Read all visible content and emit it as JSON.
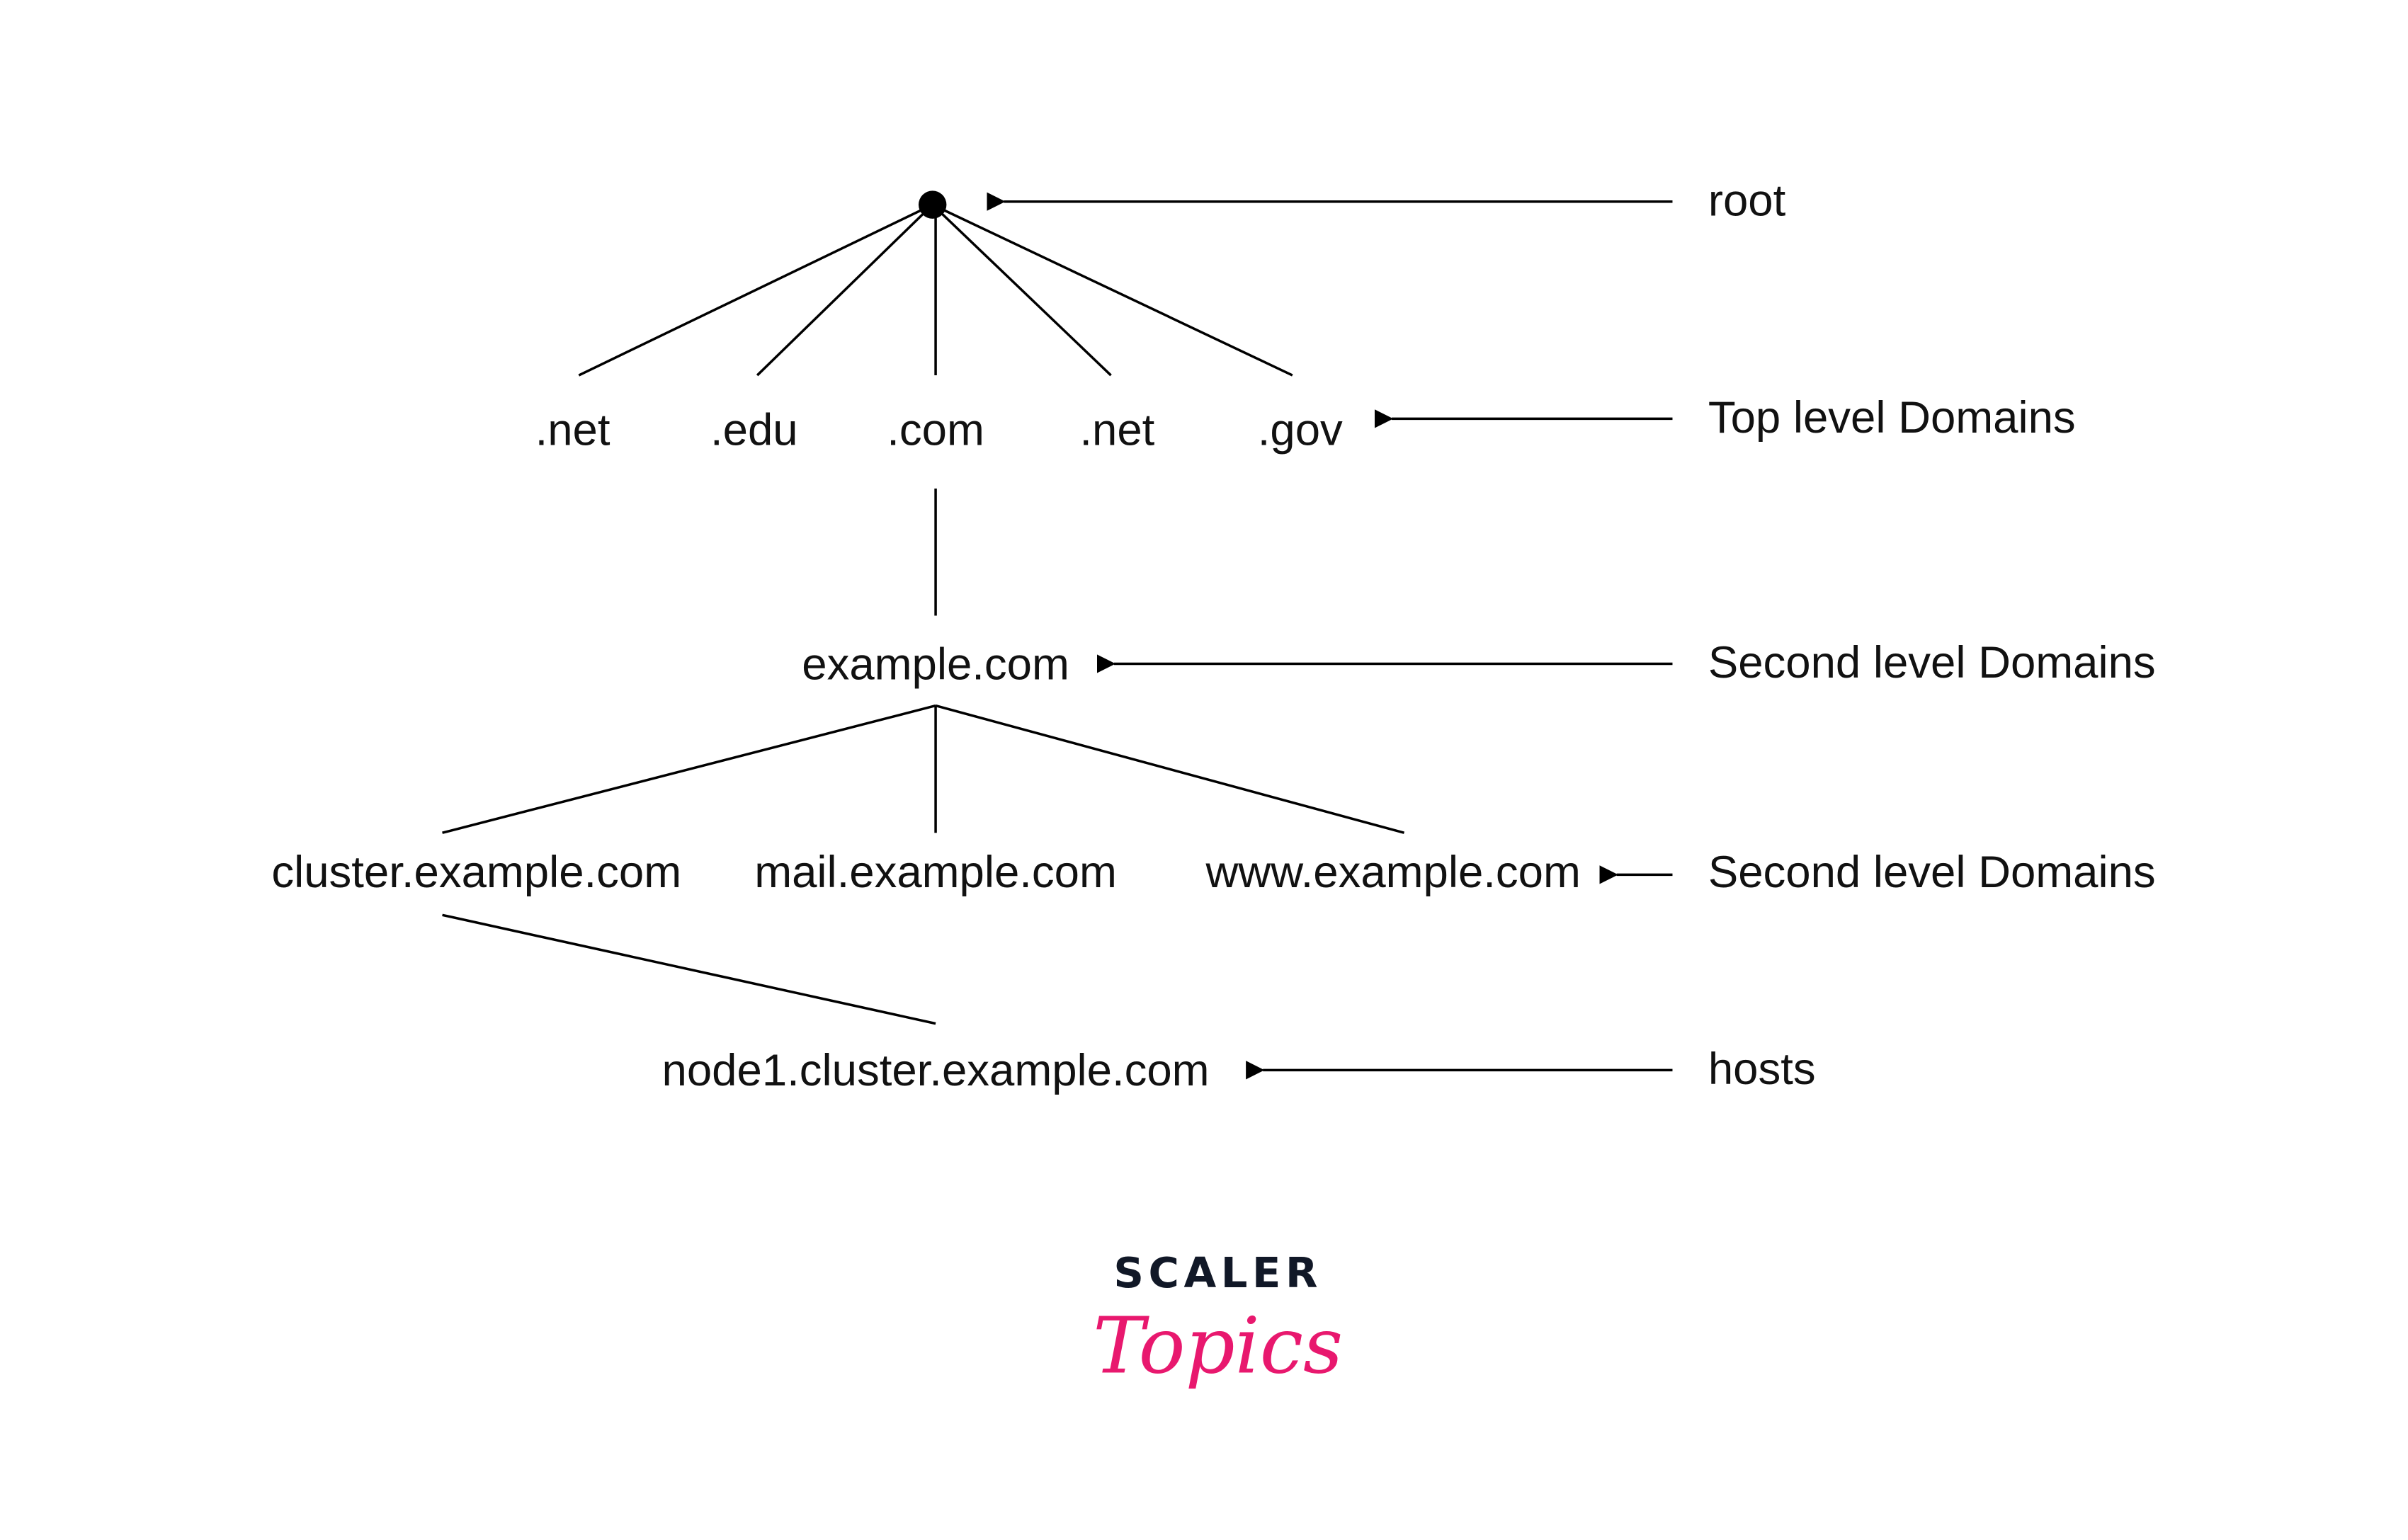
{
  "diagram": {
    "root_label": "root",
    "tlds": [
      ".net",
      ".edu",
      ".com",
      ".net",
      ".gov"
    ],
    "tld_label": "Top level Domains",
    "second_level": "example.com",
    "second_level_label": "Second level Domains",
    "subdomains": [
      "cluster.example.com",
      "mail.example.com",
      "www.example.com"
    ],
    "subdomain_label": "Second level Domains",
    "host": "node1.cluster.example.com",
    "host_label": "hosts"
  },
  "logo": {
    "line1": "SCALER",
    "line2": "Topics"
  },
  "colors": {
    "line": "#000000",
    "logo_dark": "#111827",
    "logo_pink": "#e8186e"
  }
}
